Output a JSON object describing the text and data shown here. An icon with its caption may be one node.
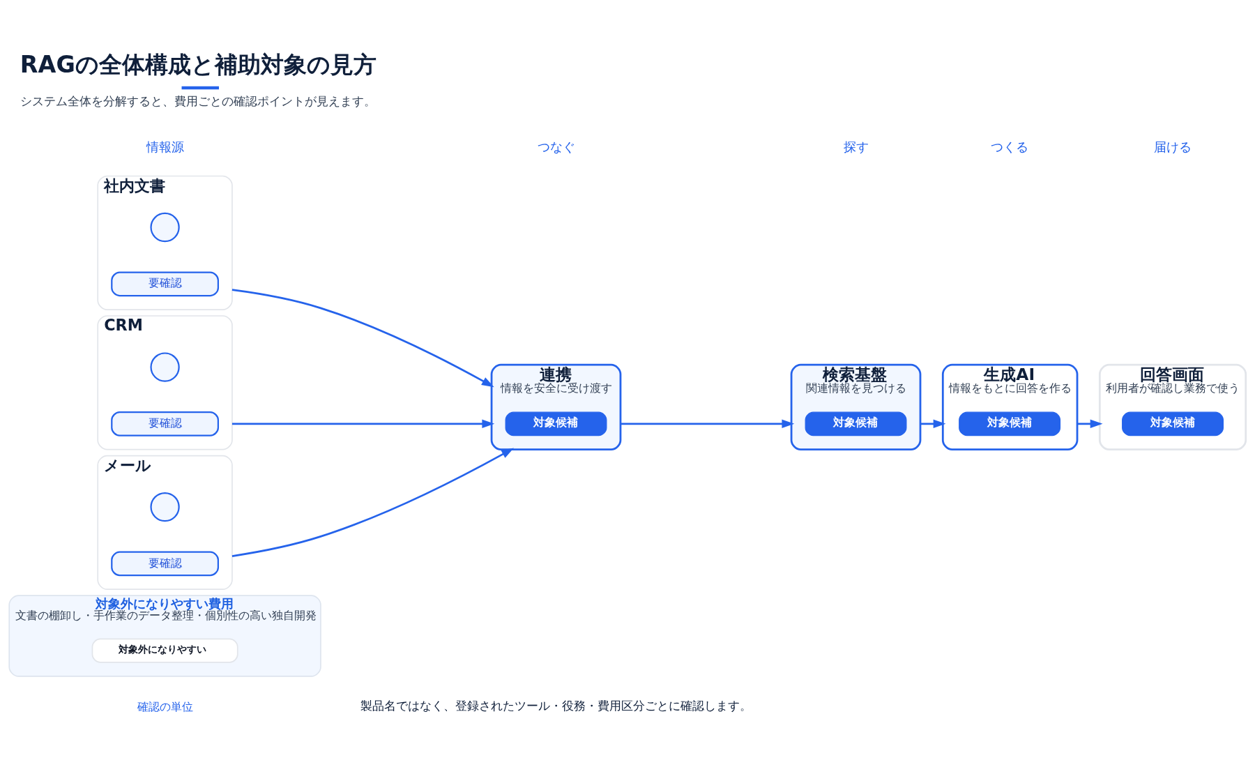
{
  "diagram": {
    "title": "RAGの全体構成と補助対象の見方",
    "caption": "システム全体を分解すると、費用ごとの確認ポイントが見えます。",
    "nodes": [
      {
        "text": [
          "社内文書"
        ]
      },
      {
        "text": [],
        "shape": "circle",
        "in": 0
      },
      {
        "text": [
          "要確認"
        ],
        "in": 0
      },
      {
        "text": [
          "CRM"
        ]
      },
      {
        "text": [],
        "shape": "circle",
        "in": 3
      },
      {
        "text": [
          "要確認"
        ],
        "in": 3
      },
      {
        "text": [
          "メール"
        ]
      },
      {
        "text": [],
        "shape": "circle",
        "in": 6
      },
      {
        "text": [
          "要確認"
        ],
        "in": 6
      },
      {
        "text": [
          "連携",
          "情報を安全に受け渡す"
        ]
      },
      {
        "text": [
          "対象候補"
        ],
        "in": 9
      },
      {
        "text": [
          "検索基盤",
          "関連情報を見つける"
        ]
      },
      {
        "text": [
          "対象候補"
        ],
        "in": 11
      },
      {
        "text": [
          "生成AI",
          "情報をもとに回答を作る"
        ]
      },
      {
        "text": [
          "対象候補"
        ],
        "in": 13
      },
      {
        "text": [
          "回答画面",
          "利用者が確認し業務で使う"
        ]
      },
      {
        "text": [
          "対象候補"
        ],
        "in": 15
      },
      {
        "text": [
          "対象外になりやすい費用",
          "文書の棚卸し・手作業のデータ整理・個別性の高い独自開発"
        ]
      },
      {
        "text": [
          "対象外になりやすい"
        ],
        "in": 17
      }
    ],
    "edges": [
      {
        "from": 0,
        "to": 9,
        "arrow": "to"
      },
      {
        "from": 3,
        "to": 9,
        "arrow": "to"
      },
      {
        "from": 6,
        "to": 9,
        "arrow": "to"
      },
      {
        "from": 9,
        "to": 11,
        "arrow": "to"
      },
      {
        "from": 11,
        "to": 13,
        "arrow": "to"
      },
      {
        "from": 13,
        "to": 15,
        "arrow": "to"
      }
    ],
    "labels": [
      "情報源",
      "つなぐ",
      "探す",
      "つくる",
      "届ける",
      "確認の単位",
      "製品名ではなく、登録されたツール・役務・費用区分ごとに確認します。"
    ]
  }
}
